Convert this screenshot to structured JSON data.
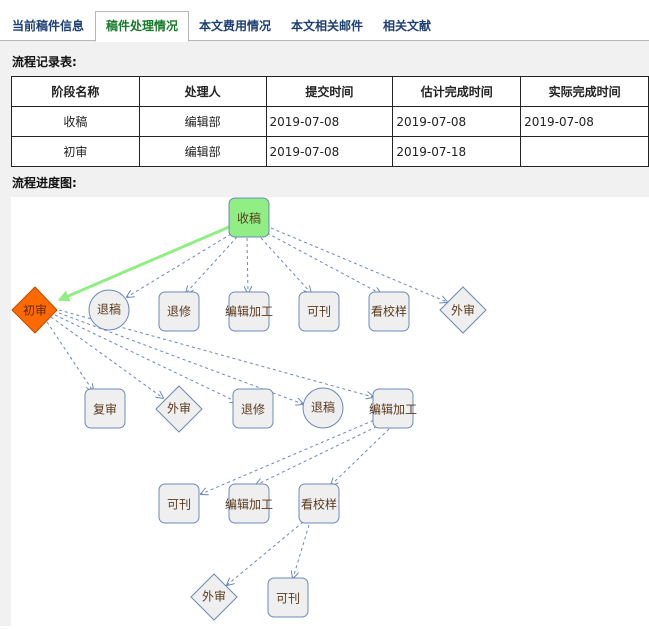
{
  "tabs": [
    {
      "label": "当前稿件信息"
    },
    {
      "label": "稿件处理情况"
    },
    {
      "label": "本文费用情况"
    },
    {
      "label": "本文相关邮件"
    },
    {
      "label": "相关文献"
    }
  ],
  "records": {
    "title": "流程记录表:",
    "headers": [
      "阶段名称",
      "处理人",
      "提交时间",
      "估计完成时间",
      "实际完成时间"
    ],
    "rows": [
      [
        "收稿",
        "编辑部",
        "2019-07-08",
        "2019-07-08",
        "2019-07-08"
      ],
      [
        "初审",
        "编辑部",
        "2019-07-08",
        "2019-07-18",
        ""
      ]
    ]
  },
  "flow": {
    "title": "流程进度图:",
    "nodes": {
      "receive": "收稿",
      "review": "初审",
      "r1_return": "退稿",
      "r1_revise": "退修",
      "r1_edit": "编辑加工",
      "r1_publish": "可刊",
      "r1_proof": "看校样",
      "r1_external": "外审",
      "r2_rereview": "复审",
      "r2_external": "外审",
      "r2_revise": "退修",
      "r2_return": "退稿",
      "r2_edit": "编辑加工",
      "r3_publish": "可刊",
      "r3_edit": "编辑加工",
      "r3_proof": "看校样",
      "r4_external": "外审",
      "r4_publish": "可刊"
    },
    "colors": {
      "current": "#ff6a00",
      "done": "#90ee84",
      "pending": "#efefef",
      "border": "#6c88b8",
      "active_edge": "#90ee84"
    }
  }
}
